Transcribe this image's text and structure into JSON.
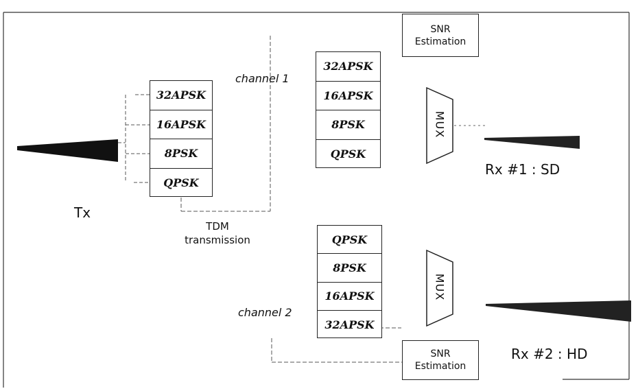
{
  "tx_label": "Tx",
  "tdm_label_line1": "TDM",
  "tdm_label_line2": "transmission",
  "tx_stack": [
    "32APSK",
    "16APSK",
    "8PSK",
    "QPSK"
  ],
  "channel1": {
    "label": "channel 1",
    "stack": [
      "32APSK",
      "16APSK",
      "8PSK",
      "QPSK"
    ],
    "snr_line1": "SNR",
    "snr_line2": "Estimation",
    "mux": "MUX",
    "rx_label": "Rx #1 : SD"
  },
  "channel2": {
    "label": "channel 2",
    "stack": [
      "QPSK",
      "8PSK",
      "16APSK",
      "32APSK"
    ],
    "snr_line1": "SNR",
    "snr_line2": "Estimation",
    "mux": "MUX",
    "rx_label": "Rx #2 : HD"
  }
}
